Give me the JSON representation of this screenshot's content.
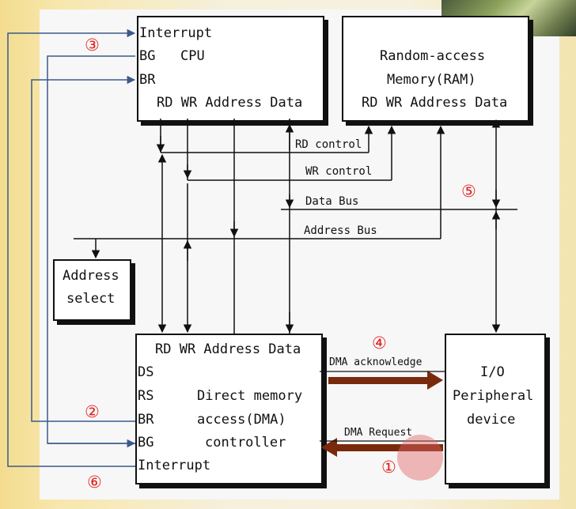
{
  "cpu": {
    "interrupt": "Interrupt",
    "bg": "BG",
    "title": "CPU",
    "br": "BR",
    "signals": "RD WR Address Data"
  },
  "ram": {
    "line1": "Random-access",
    "line2": "Memory(RAM)",
    "signals": "RD WR Address Data"
  },
  "buses": {
    "rd_control": "RD control",
    "wr_control": "WR control",
    "data_bus": "Data Bus",
    "address_bus": "Address Bus"
  },
  "address_select": {
    "line1": "Address",
    "line2": "select"
  },
  "dma": {
    "signals": "RD WR Address Data",
    "ds": "DS",
    "rs": "RS",
    "br": "BR",
    "bg": "BG",
    "interrupt": "Interrupt",
    "line1": "Direct memory",
    "line2": "access(DMA)",
    "line3": "controller"
  },
  "io": {
    "line1": "I/O",
    "line2": "Peripheral",
    "line3": "device"
  },
  "signals": {
    "dma_acknowledge": "DMA acknowledge",
    "dma_request": "DMA Request"
  },
  "steps": [
    "①",
    "②",
    "③",
    "④",
    "⑤",
    "⑥"
  ],
  "colors": {
    "accent_red": "#e0201c",
    "handshake_arrow": "#7a2a0c",
    "blue_line": "#3a5a8a"
  }
}
